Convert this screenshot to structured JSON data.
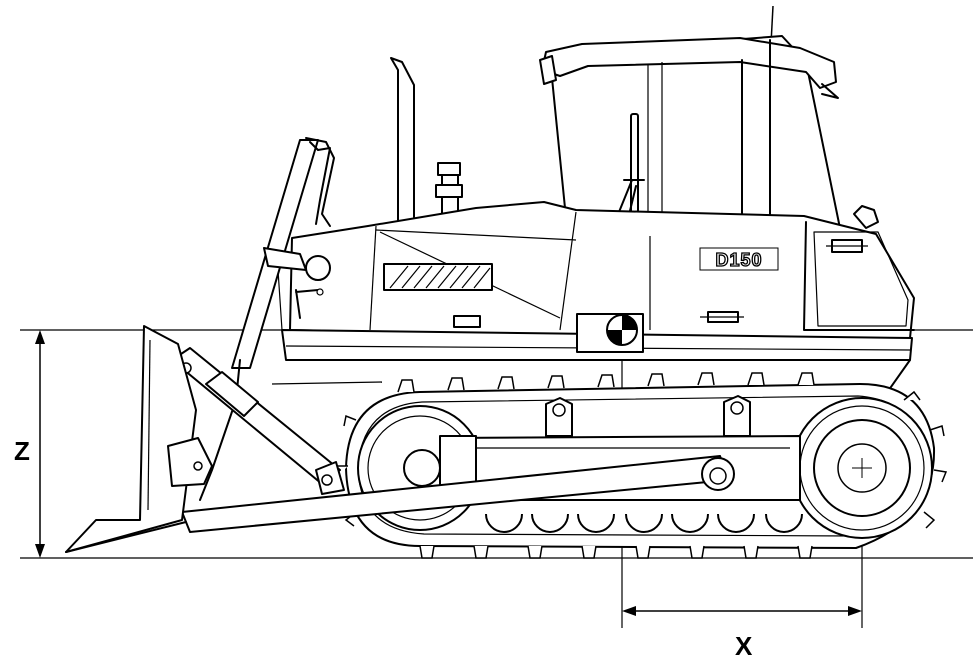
{
  "diagram": {
    "labels": {
      "z_label": "Z",
      "x_label": "X",
      "model_badge": "D150"
    },
    "colors": {
      "ink": "#000000",
      "paper": "#ffffff"
    },
    "icons": {
      "center_of_gravity": "center-of-gravity-icon"
    }
  }
}
